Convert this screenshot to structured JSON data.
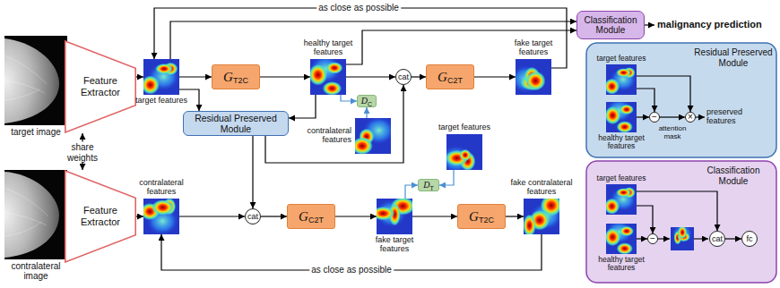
{
  "diagram": {
    "nodes": [
      {
        "text": [
          "target image"
        ]
      },
      {
        "text": [
          "Feature Extractor"
        ]
      },
      {
        "text": [
          "target features"
        ]
      },
      {
        "text": [
          "G",
          "T2C"
        ]
      },
      {
        "text": [
          "healthy target features"
        ]
      },
      {
        "text": [
          "cat"
        ]
      },
      {
        "text": [
          "G",
          "C2T"
        ]
      },
      {
        "text": [
          "fake target features"
        ]
      },
      {
        "text": [
          "Classification Module"
        ]
      },
      {
        "text": [
          "Residual Preserved Module"
        ]
      },
      {
        "text": [
          "D",
          "C"
        ]
      },
      {
        "text": [
          "contralateral features"
        ]
      },
      {
        "text": [
          "contralateral image"
        ]
      },
      {
        "text": [
          "Feature Extractor"
        ]
      },
      {
        "text": [
          "contralateral features"
        ]
      },
      {
        "text": [
          "cat"
        ]
      },
      {
        "text": [
          "G",
          "C2T"
        ]
      },
      {
        "text": [
          "fake target features"
        ]
      },
      {
        "text": [
          "D",
          "T"
        ]
      },
      {
        "text": [
          "target features"
        ]
      },
      {
        "text": [
          "G",
          "T2C"
        ]
      },
      {
        "text": [
          "fake contralateral features"
        ]
      },
      {
        "text": [
          "Residual Preserved Module"
        ]
      },
      {
        "text": [
          "target features"
        ],
        "in": 22
      },
      {
        "text": [
          "healthy target features"
        ],
        "in": 22
      },
      {
        "text": [
          "−"
        ],
        "in": 22
      },
      {
        "text": [
          "×"
        ],
        "in": 22
      },
      {
        "text": [
          "Classification Module"
        ]
      },
      {
        "text": [
          "target features"
        ],
        "in": 27
      },
      {
        "text": [
          "healthy target features"
        ],
        "in": 27
      },
      {
        "text": [
          "−"
        ],
        "in": 27
      },
      {
        "text": [
          "cat"
        ],
        "in": 27
      },
      {
        "text": [
          "fc"
        ],
        "in": 27
      }
    ],
    "edges": [
      {
        "from": 1,
        "to": 2,
        "arrow": "to"
      },
      {
        "from": 2,
        "to": 3,
        "arrow": "to"
      },
      {
        "from": 3,
        "to": 4,
        "arrow": "to"
      },
      {
        "from": 4,
        "to": 5,
        "arrow": "to"
      },
      {
        "from": 5,
        "to": 6,
        "arrow": "to"
      },
      {
        "from": 6,
        "to": 7,
        "arrow": "to"
      },
      {
        "from": 7,
        "to": 2,
        "label": "as close as possible",
        "arrow": "to"
      },
      {
        "from": 2,
        "to": 8,
        "arrow": "to"
      },
      {
        "from": 4,
        "to": 8,
        "arrow": "to"
      },
      {
        "from": 2,
        "to": 9,
        "arrow": "to"
      },
      {
        "from": 4,
        "to": 9,
        "arrow": "to"
      },
      {
        "from": 4,
        "to": 10,
        "arrow": "to"
      },
      {
        "from": 11,
        "to": 10,
        "arrow": "to"
      },
      {
        "from": 9,
        "to": 5,
        "arrow": "to"
      },
      {
        "from": 9,
        "to": 15,
        "arrow": "to"
      },
      {
        "from": 1,
        "to": 13,
        "label": "share weights",
        "arrow": "both"
      },
      {
        "from": 13,
        "to": 14,
        "arrow": "to"
      },
      {
        "from": 14,
        "to": 15,
        "arrow": "to"
      },
      {
        "from": 15,
        "to": 16,
        "arrow": "to"
      },
      {
        "from": 16,
        "to": 17,
        "arrow": "to"
      },
      {
        "from": 17,
        "to": 18,
        "arrow": "to"
      },
      {
        "from": 19,
        "to": 18,
        "arrow": "to"
      },
      {
        "from": 17,
        "to": 20,
        "arrow": "to"
      },
      {
        "from": 20,
        "to": 21,
        "arrow": "to"
      },
      {
        "from": 21,
        "to": 14,
        "label": "as close as possible",
        "arrow": "to"
      },
      {
        "from": 23,
        "to": 26,
        "arrow": "to"
      },
      {
        "from": 23,
        "to": 25,
        "arrow": "to"
      },
      {
        "from": 24,
        "to": 25,
        "arrow": "to"
      },
      {
        "from": 25,
        "to": 26,
        "label": "attention mask",
        "arrow": "to"
      },
      {
        "from": 28,
        "to": 31,
        "arrow": "to"
      },
      {
        "from": 28,
        "to": 30,
        "arrow": "to"
      },
      {
        "from": 29,
        "to": 30,
        "arrow": "to"
      },
      {
        "from": 31,
        "to": 32,
        "arrow": "to"
      }
    ],
    "labels": [
      "malignancy prediction",
      "preserved features"
    ]
  }
}
